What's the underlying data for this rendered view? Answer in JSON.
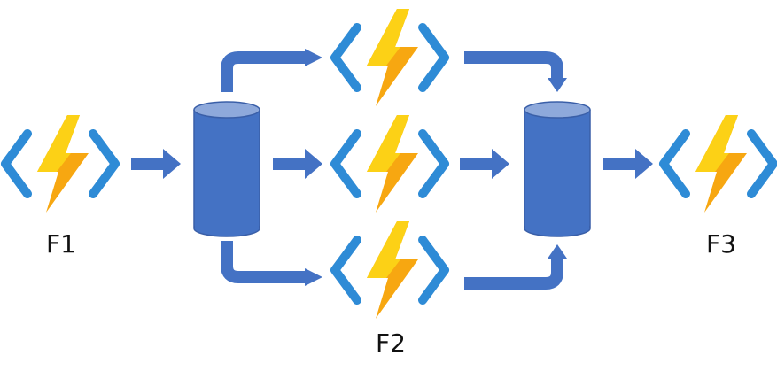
{
  "labels": {
    "f1": "F1",
    "f2": "F2",
    "f3": "F3"
  },
  "colors": {
    "arrow": "#4472C4",
    "cylinder": "#4472C4",
    "cylinder_top": "#8EA9DB",
    "cylinder_edge": "#3A5FA8",
    "bracket": "#2E8BD6",
    "bolt_light": "#FCD116",
    "bolt_dark": "#F7A711"
  },
  "icons": {
    "function": "azure-function-icon",
    "queue": "storage-queue-cylinder"
  }
}
